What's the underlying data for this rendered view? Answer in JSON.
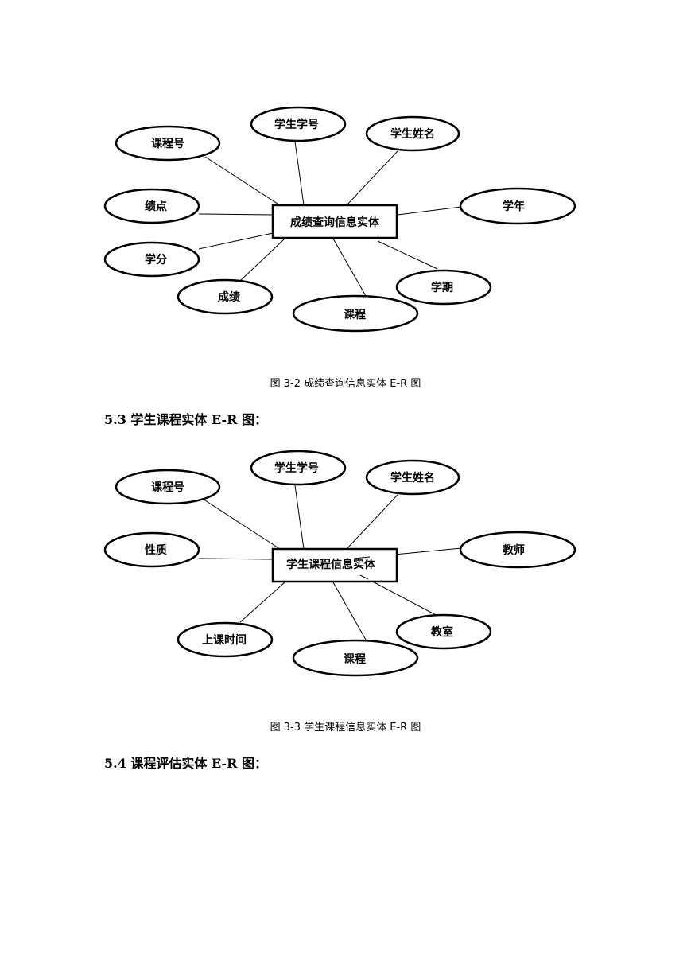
{
  "diagram1": {
    "entity": "成绩查询信息实体",
    "attributes": [
      "学生学号",
      "课程号",
      "学生姓名",
      "绩点",
      "学年",
      "学分",
      "学期",
      "成绩",
      "课程"
    ],
    "caption": "图 3-2 成绩查询信息实体 E-R 图"
  },
  "section_53": "5.3 学生课程实体 E-R 图：",
  "diagram2": {
    "entity": "学生课程信息实体",
    "attributes": [
      "学生学号",
      "课程号",
      "学生姓名",
      "性质",
      "教师",
      "上课时间",
      "教室",
      "课程"
    ],
    "caption": "图 3-3 学生课程信息实体 E-R 图"
  },
  "section_54": "5.4 课程评估实体 E-R 图："
}
